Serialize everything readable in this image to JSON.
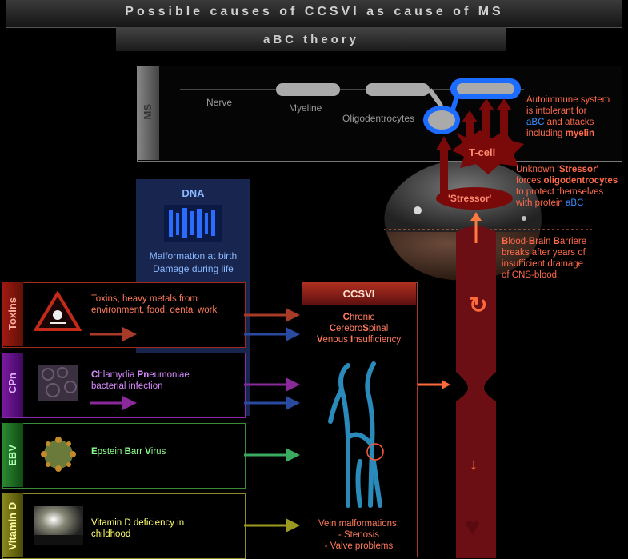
{
  "header": {
    "title": "Possible causes of CCSVI as cause of MS",
    "subtitle": "aBC theory"
  },
  "ms": {
    "side_label": "MS",
    "nerve": "Nerve",
    "myeline": "Myeline",
    "oligo": "Oligodentrocytes",
    "autoimmune": [
      "Autoimmune system",
      "is intolerant for",
      "aBC",
      " and attacks",
      "including ",
      "myelin"
    ],
    "tcell": "T-cell"
  },
  "stressor": {
    "label": "'Stressor'",
    "line1a": "Unknown ",
    "line1b": "'Stressor'",
    "line2a": "forces ",
    "line2b": "oligodentrocytes",
    "line3": "to protect themselves",
    "line4a": "with protein ",
    "line4b": "aBC"
  },
  "bbb": {
    "line1a": "B",
    "line1b": "lood-",
    "line1c": "B",
    "line1d": "rain ",
    "line1e": "B",
    "line1f": "arriere",
    "line2": "breaks after years of",
    "line3": "insufficient drainage",
    "line4": "of CNS-blood."
  },
  "dna": {
    "title": "DNA",
    "line1": "Malformation at birth",
    "line2": "Damage during life"
  },
  "toxins": {
    "side": "Toxins",
    "text": "Toxins, heavy metals from environment, food, dental work"
  },
  "cpn": {
    "side": "CPn",
    "t1": "C",
    "t2": "hlamydia ",
    "t3": "Pn",
    "t4": "eumoniae",
    "t5": "bacterial infection"
  },
  "ebv": {
    "side": "EBV",
    "t1": "E",
    "t2": "pstein ",
    "t3": "B",
    "t4": "arr ",
    "t5": "V",
    "t6": "irus"
  },
  "vitd": {
    "side": "Vitamin D",
    "text": "Vitamin D deficiency in childhood"
  },
  "ccsvi": {
    "title": "CCSVI",
    "l1a": "C",
    "l1b": "hronic",
    "l2a": "C",
    "l2b": "erebro",
    "l2c": "S",
    "l2d": "pinal",
    "l3a": "V",
    "l3b": "enous ",
    "l3c": "I",
    "l3d": "nsufficiency",
    "vein_title": "Vein malformations:",
    "vein1": "- Stenosis",
    "vein2": "- Valve problems"
  }
}
